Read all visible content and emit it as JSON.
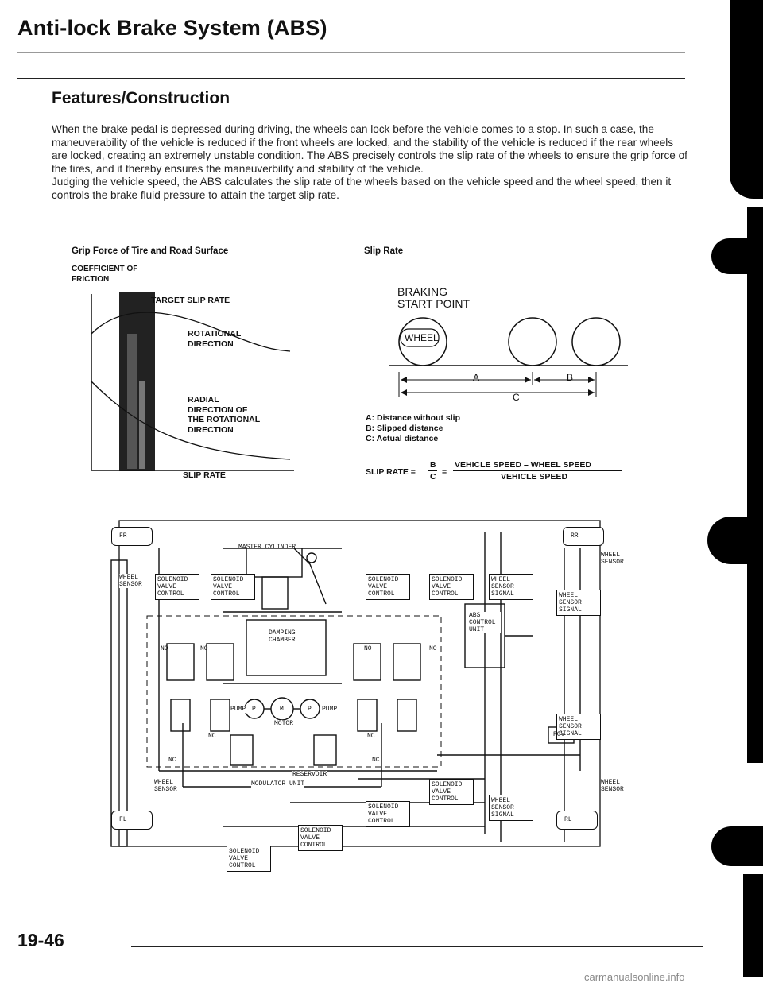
{
  "header": {
    "title": "Anti-lock Brake System (ABS)",
    "section": "Features/Construction"
  },
  "body_text": [
    "When the brake pedal is depressed during driving, the wheels can lock before the vehicle comes to a stop. In such a case, the maneuverability of the vehicle is reduced if the front wheels are locked, and the stability of the vehicle is reduced if the rear wheels are locked, creating an extremely unstable condition. The ABS precisely controls the slip rate of the wheels to ensure the grip force of the tires, and it thereby ensures the maneuverbility and stability of the vehicle.",
    "Judging the vehicle speed, the ABS calculates the slip rate of the wheels based on the vehicle speed and the wheel speed, then it controls the brake fluid pressure to attain the target slip rate."
  ],
  "grip_figure": {
    "caption": "Grip Force of Tire and Road Surface",
    "y_label": "COEFFICIENT OF FRICTION",
    "target": "TARGET SLIP RATE",
    "rotational": "ROTATIONAL DIRECTION",
    "radial": "RADIAL DIRECTION OF THE ROTATIONAL DIRECTION",
    "x_label": "SLIP RATE"
  },
  "slip_figure": {
    "caption": "Slip Rate",
    "braking": "BRAKING START POINT",
    "wheel": "WHEEL",
    "a": "A",
    "b": "B",
    "c": "C",
    "legend_a": "A: Distance without slip",
    "legend_b": "B: Slipped distance",
    "legend_c": "C: Actual distance",
    "formula_left": "SLIP RATE =",
    "formula_num": "B",
    "formula_den": "C",
    "formula_eq": "=",
    "formula_right_num": "VEHICLE SPEED – WHEEL SPEED",
    "formula_right_den": "VEHICLE SPEED"
  },
  "schematic": {
    "fr": "FR",
    "rr": "RR",
    "fl": "FL",
    "rl": "RL",
    "master": "MASTER CYLINDER",
    "wheel_sensor": "WHEEL SENSOR",
    "solenoid": "SOLENOID VALVE CONTROL",
    "ws_signal": "WHEEL SENSOR SIGNAL",
    "abs_unit": "ABS CONTROL UNIT",
    "damping": "DAMPING CHAMBER",
    "pump": "PUMP",
    "motor": "MOTOR",
    "m": "M",
    "p": "P",
    "modulator": "MODULATOR UNIT",
    "reservoir": "RESERVOIR",
    "pcv": "PCV",
    "no": "NO",
    "nc": "NC"
  },
  "footer": {
    "page": "19-46",
    "watermark": "carmanualsonline.info"
  }
}
